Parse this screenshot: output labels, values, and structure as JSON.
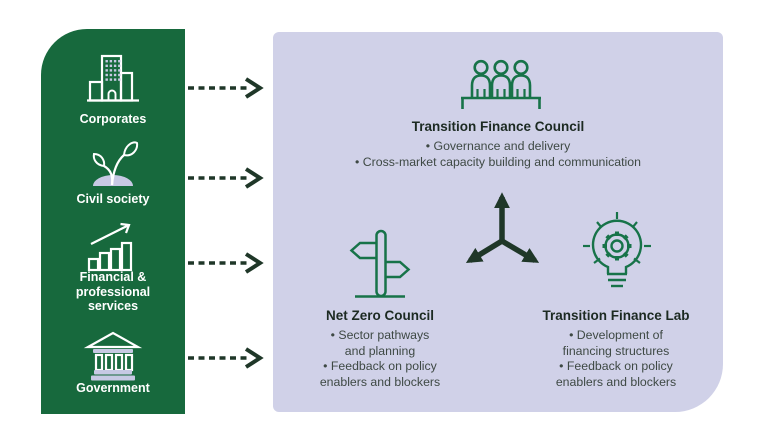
{
  "colors": {
    "sidebar_green": "#17693D",
    "panel_lavender": "#D0D1E8",
    "arrow_dark_green": "#1F3728",
    "icon_green": "#177349",
    "icon_accent_lavender": "#C7C9E4",
    "heading_text": "#1C2A22",
    "body_text": "#3E4944",
    "sidebar_text": "#FFFFFF"
  },
  "sidebar": {
    "items": [
      {
        "label": "Corporates",
        "icon": "office-buildings-icon"
      },
      {
        "label": "Civil society",
        "icon": "plant-sprout-icon"
      },
      {
        "label": "Financial & professional services",
        "icon": "growth-bar-chart-icon"
      },
      {
        "label": "Government",
        "icon": "government-building-icon"
      }
    ]
  },
  "panel": {
    "council": {
      "title": "Transition Finance Council",
      "icon": "people-panel-icon",
      "bullets": [
        "• Governance and delivery",
        "• Cross-market capacity building and communication"
      ]
    },
    "net_zero": {
      "title": "Net Zero Council",
      "icon": "signpost-icon",
      "bullet_lines": [
        "• Sector pathways",
        "and planning",
        "• Feedback on policy",
        "enablers and blockers"
      ]
    },
    "lab": {
      "title": "Transition Finance Lab",
      "icon": "lightbulb-gear-icon",
      "bullet_lines": [
        "• Development of",
        "financing structures",
        "• Feedback on policy",
        "enablers and blockers"
      ]
    }
  }
}
